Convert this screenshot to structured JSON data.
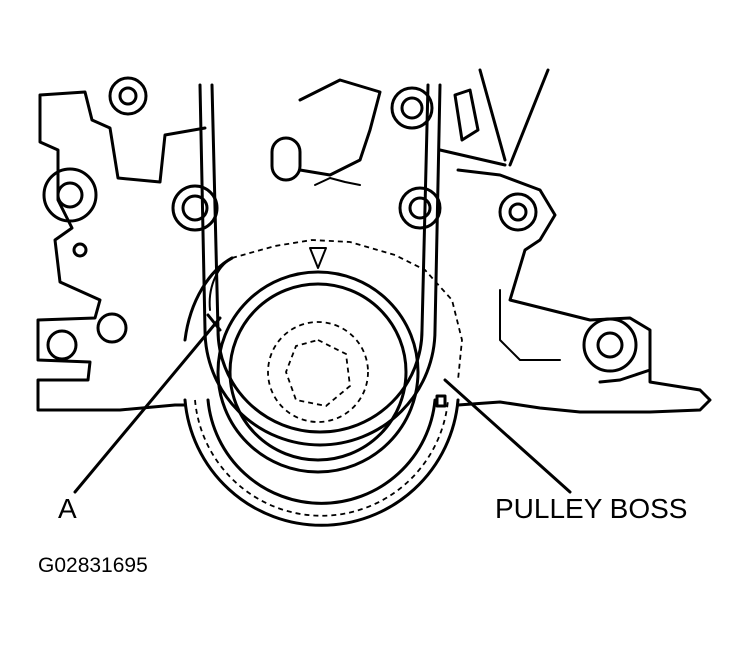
{
  "labels": {
    "a": "A",
    "pulley_boss": "PULLEY BOSS",
    "figure_code": "G02831695"
  },
  "colors": {
    "ink": "#000000",
    "paper": "#ffffff"
  }
}
